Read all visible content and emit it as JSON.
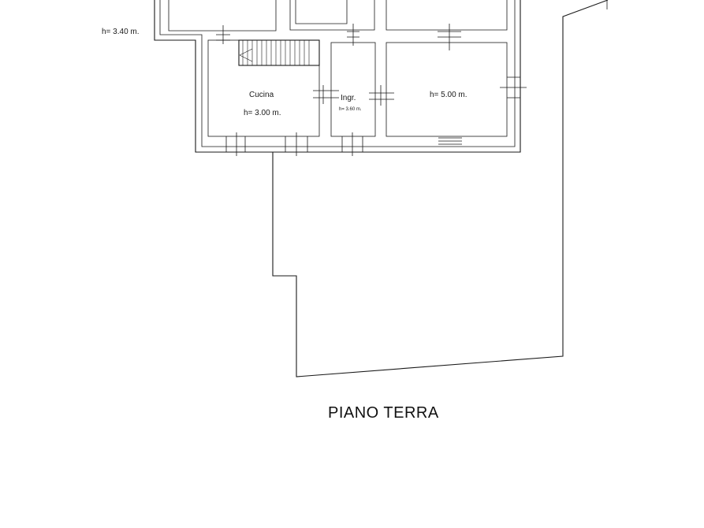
{
  "plan": {
    "title": "PIANO TERRA",
    "rooms": {
      "top_left": {
        "height": "h= 3.40 m."
      },
      "kitchen": {
        "name": "Cucina",
        "height": "h= 3.00 m."
      },
      "entrance": {
        "name": "Ingr.",
        "height": "h= 3.60 m."
      },
      "right_room": {
        "height": "h= 5.00 m."
      }
    }
  },
  "colors": {
    "line": "#1a1a1a",
    "background": "#ffffff"
  }
}
